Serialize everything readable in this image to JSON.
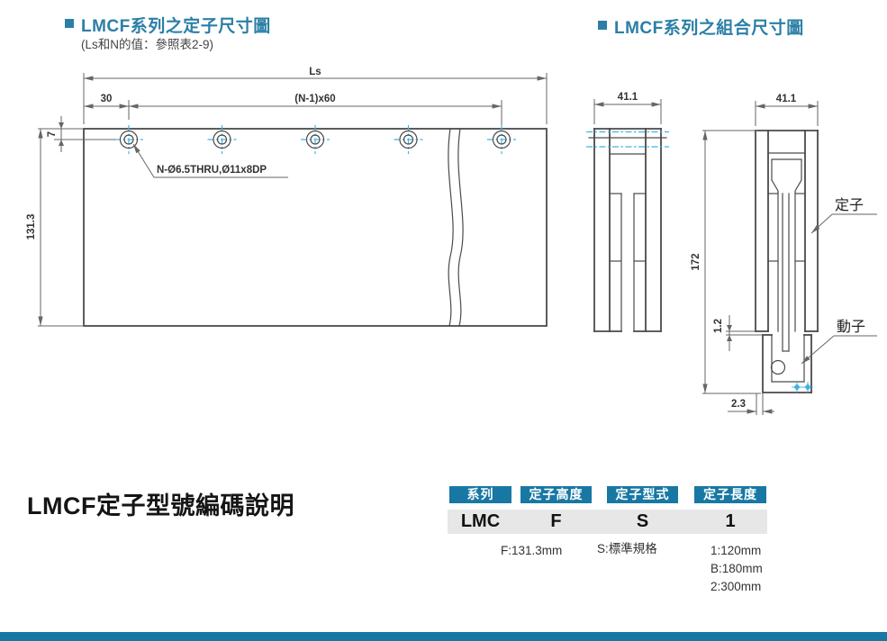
{
  "colors": {
    "accent": "#1878A3",
    "heading": "#2B7FA6",
    "line": "#4A4A4A",
    "dim": "#666666",
    "cyan": "#3FB3E6",
    "row-bg": "#E7E7E7"
  },
  "header_left": {
    "title": "LMCF系列之定子尺寸圖",
    "subtitle": "(Ls和N的值：參照表2-9)"
  },
  "header_right": {
    "title": "LMCF系列之組合尺寸圖"
  },
  "stator_drawing": {
    "dim_total_length": "Ls",
    "dim_edge_offset": "30",
    "dim_hole_pitch": "(N-1)x60",
    "dim_hole_top": "7",
    "dim_height": "131.3",
    "hole_callout": "N-Ø6.5THRU,Ø11x8DP"
  },
  "assembly_drawing": {
    "dim_width_a": "41.1",
    "dim_width_b": "41.1",
    "dim_height": "172",
    "dim_gap": "1.2",
    "dim_offset": "2.3",
    "stator_label": "定子",
    "mover_label": "動子"
  },
  "coding": {
    "heading": "LMCF定子型號編碼說明",
    "columns": [
      {
        "header": "系列",
        "value": "LMC"
      },
      {
        "header": "定子高度",
        "value": "F",
        "note": "F:131.3mm"
      },
      {
        "header": "定子型式",
        "value": "S",
        "note": "S:標準規格"
      },
      {
        "header": "定子長度",
        "value": "1",
        "notes": [
          "1:120mm",
          "B:180mm",
          "2:300mm"
        ]
      }
    ]
  }
}
